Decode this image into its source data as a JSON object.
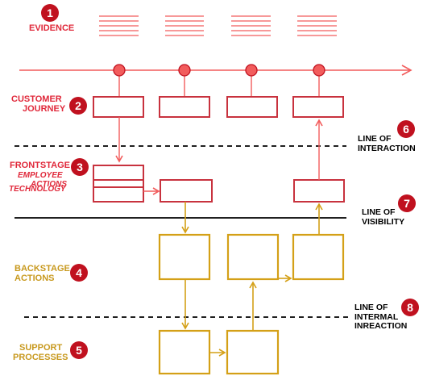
{
  "colors": {
    "red": "#e0283a",
    "badge_red": "#c0111f",
    "salmon": "#f25c5c",
    "gold": "#d4a017",
    "text_gold": "#c8991e",
    "black": "#000000"
  },
  "badges": [
    "1",
    "2",
    "3",
    "4",
    "5",
    "6",
    "7",
    "8"
  ],
  "labels": {
    "evidence": "EVIDENCE",
    "customer_journey": [
      "CUSTOMER",
      "JOURNEY"
    ],
    "frontstage": "FRONTSTAGE",
    "employee_actions": [
      "EMPLOYEE",
      "ACTIONS"
    ],
    "technology": "TECHNOLOGY",
    "backstage_actions": [
      "BACKSTAGE",
      "ACTIONS"
    ],
    "support_processes": [
      "SUPPORT",
      "PROCESSES"
    ],
    "line_of_interaction": [
      "LINE OF",
      "INTERACTION"
    ],
    "line_of_visibility": [
      "LINE OF",
      "VISIBILITY"
    ],
    "line_of_internal_interaction": [
      "LINE OF",
      "INTERMAL",
      "INREACTION"
    ]
  }
}
